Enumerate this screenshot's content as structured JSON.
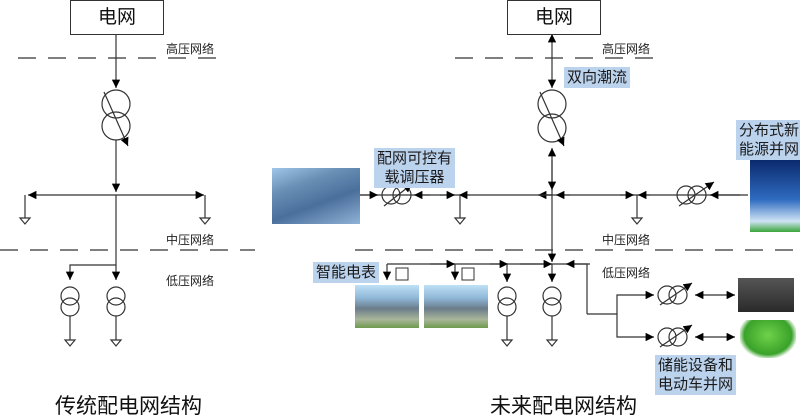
{
  "left": {
    "grid_box": "电网",
    "levels": {
      "high": "高压网络",
      "medium": "中压网络",
      "low": "低压网络"
    },
    "caption": "传统配电网结构"
  },
  "right": {
    "grid_box": "电网",
    "levels": {
      "high": "高压网络",
      "medium": "中压网络",
      "low": "低压网络"
    },
    "callouts": {
      "bidirectional_flow": "双向潮流",
      "oltc": [
        "配网可控有",
        "载调压器"
      ],
      "distributed_renewables": [
        "分布式新",
        "能源并网"
      ],
      "smart_meter": "智能电表",
      "storage_ev": [
        "储能设备和",
        "电动车并网"
      ]
    },
    "images": [
      "solar-roof-photo",
      "wind-turbine-photo",
      "house-photo",
      "house-photo",
      "battery-photo",
      "electric-car-photo"
    ],
    "caption": "未来配电网结构"
  },
  "colors": {
    "callout_bg": "#bcd3ee",
    "line": "#333333"
  }
}
